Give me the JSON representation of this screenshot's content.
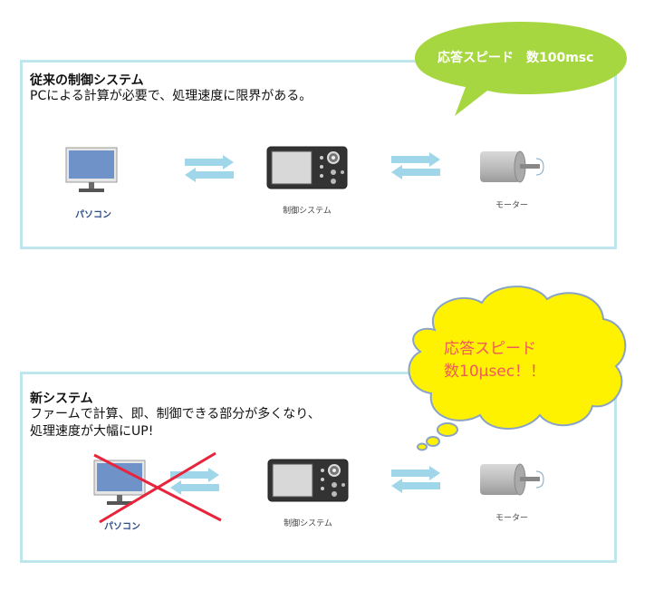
{
  "panel1": {
    "title": "従来の制御システム",
    "desc": "PCによる計算が必要で、処理速度に限界がある。",
    "labels": {
      "pc": "パソコン",
      "control": "制御システム",
      "motor": "モーター"
    },
    "bubble": {
      "text": "応答スピード　数100msc"
    }
  },
  "panel2": {
    "title": "新システム",
    "desc_line1": "ファームで計算、即、制御できる部分が多くなり、",
    "desc_line2": "処理速度が大幅にUP!",
    "labels": {
      "pc": "パソコン",
      "control": "制御システム",
      "motor": "モーター"
    },
    "bubble": {
      "line1": "応答スピード",
      "line2": "数10μsec！！"
    }
  },
  "colors": {
    "panel_border": "#bfe6ec",
    "arrow": "#9fd6ea",
    "bubble1_fill": "#a6d640",
    "bubble2_fill": "#fff200",
    "bubble2_stroke": "#8aa3c4",
    "bubble2_text": "#f05a5a",
    "cross": "#e8243c",
    "monitor_screen": "#6f93c9"
  },
  "icons": [
    "monitor-icon",
    "controller-icon",
    "motor-icon",
    "arrow-right-icon",
    "arrow-left-icon",
    "cross-mark-icon"
  ]
}
